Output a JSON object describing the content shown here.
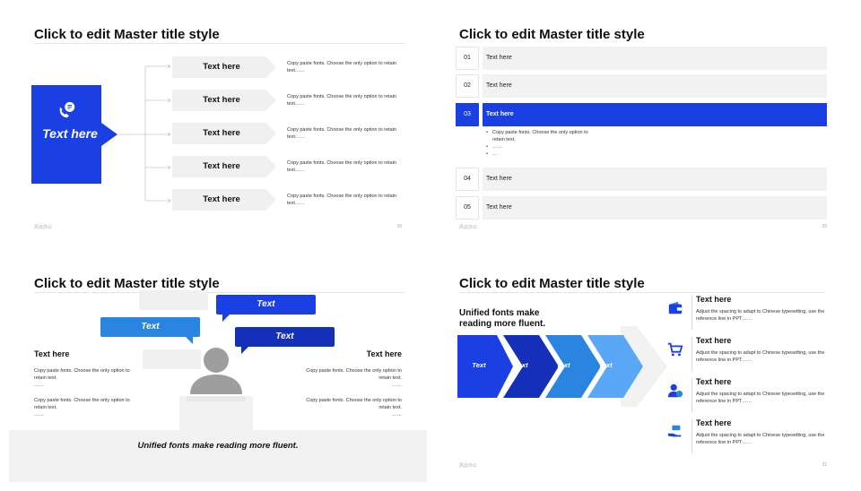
{
  "slide1": {
    "title": "Click to edit Master title style",
    "hero_text": "Text here",
    "items": [
      {
        "label": "Text here",
        "desc": "Copy paste fonts. Choose the only option to retain text……"
      },
      {
        "label": "Text here",
        "desc": "Copy paste fonts. Choose the only option to retain text……"
      },
      {
        "label": "Text here",
        "desc": "Copy paste fonts. Choose the only option to retain text……"
      },
      {
        "label": "Text here",
        "desc": "Copy paste fonts. Choose the only option to retain text……"
      },
      {
        "label": "Text here",
        "desc": "Copy paste fonts. Choose the only option to retain text……"
      }
    ],
    "footer_left": "风云办公",
    "page_number": "28",
    "icons": [
      "phone-chat-icon"
    ],
    "colors": {
      "accent": "#1a3fe3",
      "item_bg": "#f0f0f0"
    }
  },
  "slide2": {
    "title": "Click to edit Master title style",
    "rows": [
      {
        "num": "01",
        "label": "Text here"
      },
      {
        "num": "02",
        "label": "Text here"
      },
      {
        "num": "03",
        "label": "Text here"
      },
      {
        "num": "04",
        "label": "Text here"
      },
      {
        "num": "05",
        "label": "Text here"
      }
    ],
    "active_row": "03",
    "bullets": [
      "Copy paste fonts. Choose the only option to retain text.",
      "……",
      "…"
    ],
    "footer_left": "风云办公",
    "page_number": "29"
  },
  "slide3": {
    "title": "Click to edit Master title style",
    "bubbles": [
      {
        "text": "Text",
        "color": "#1a3fe3"
      },
      {
        "text": "Text",
        "color": "#2a85e0"
      },
      {
        "text": "Text",
        "color": "#1530b8"
      }
    ],
    "left": {
      "heading": "Text here",
      "paras": [
        {
          "text": "Copy paste fonts. Choose the only option to retain text.",
          "tail": "……"
        },
        {
          "text": "Copy paste fonts. Choose the only option to retain text.",
          "tail": "……"
        }
      ]
    },
    "right": {
      "heading": "Text here",
      "paras": [
        {
          "text": "Copy paste fonts. Choose the only option to retain text.",
          "tail": "……"
        },
        {
          "text": "Copy paste fonts. Choose the only option to retain text.",
          "tail": "……"
        }
      ]
    },
    "bottom_text": "Unified fonts make reading more fluent."
  },
  "slide4": {
    "title": "Click to edit Master title style",
    "lead": "Unified fonts make reading more fluent.",
    "chevrons": [
      {
        "label": "Text",
        "color": "#1a3fe3"
      },
      {
        "label": "Text",
        "color": "#1530b8"
      },
      {
        "label": "Text",
        "color": "#2a85e0"
      },
      {
        "label": "Text",
        "color": "#5aa8f5"
      }
    ],
    "items": [
      {
        "icon": "wallet-icon",
        "heading": "Text here",
        "desc": "Adjust the spacing to adapt to Chinese typesetting, use the reference line in PPT……"
      },
      {
        "icon": "shopping-cart-icon",
        "heading": "Text here",
        "desc": "Adjust the spacing to adapt to Chinese typesetting, use the reference line in PPT……"
      },
      {
        "icon": "user-money-icon",
        "heading": "Text here",
        "desc": "Adjust the spacing to adapt to Chinese typesetting, use the reference line in PPT……"
      },
      {
        "icon": "hand-cash-icon",
        "heading": "Text here",
        "desc": "Adjust the spacing to adapt to Chinese typesetting, use the reference line in PPT……"
      }
    ],
    "footer_left": "风云办公",
    "page_number": "31"
  }
}
